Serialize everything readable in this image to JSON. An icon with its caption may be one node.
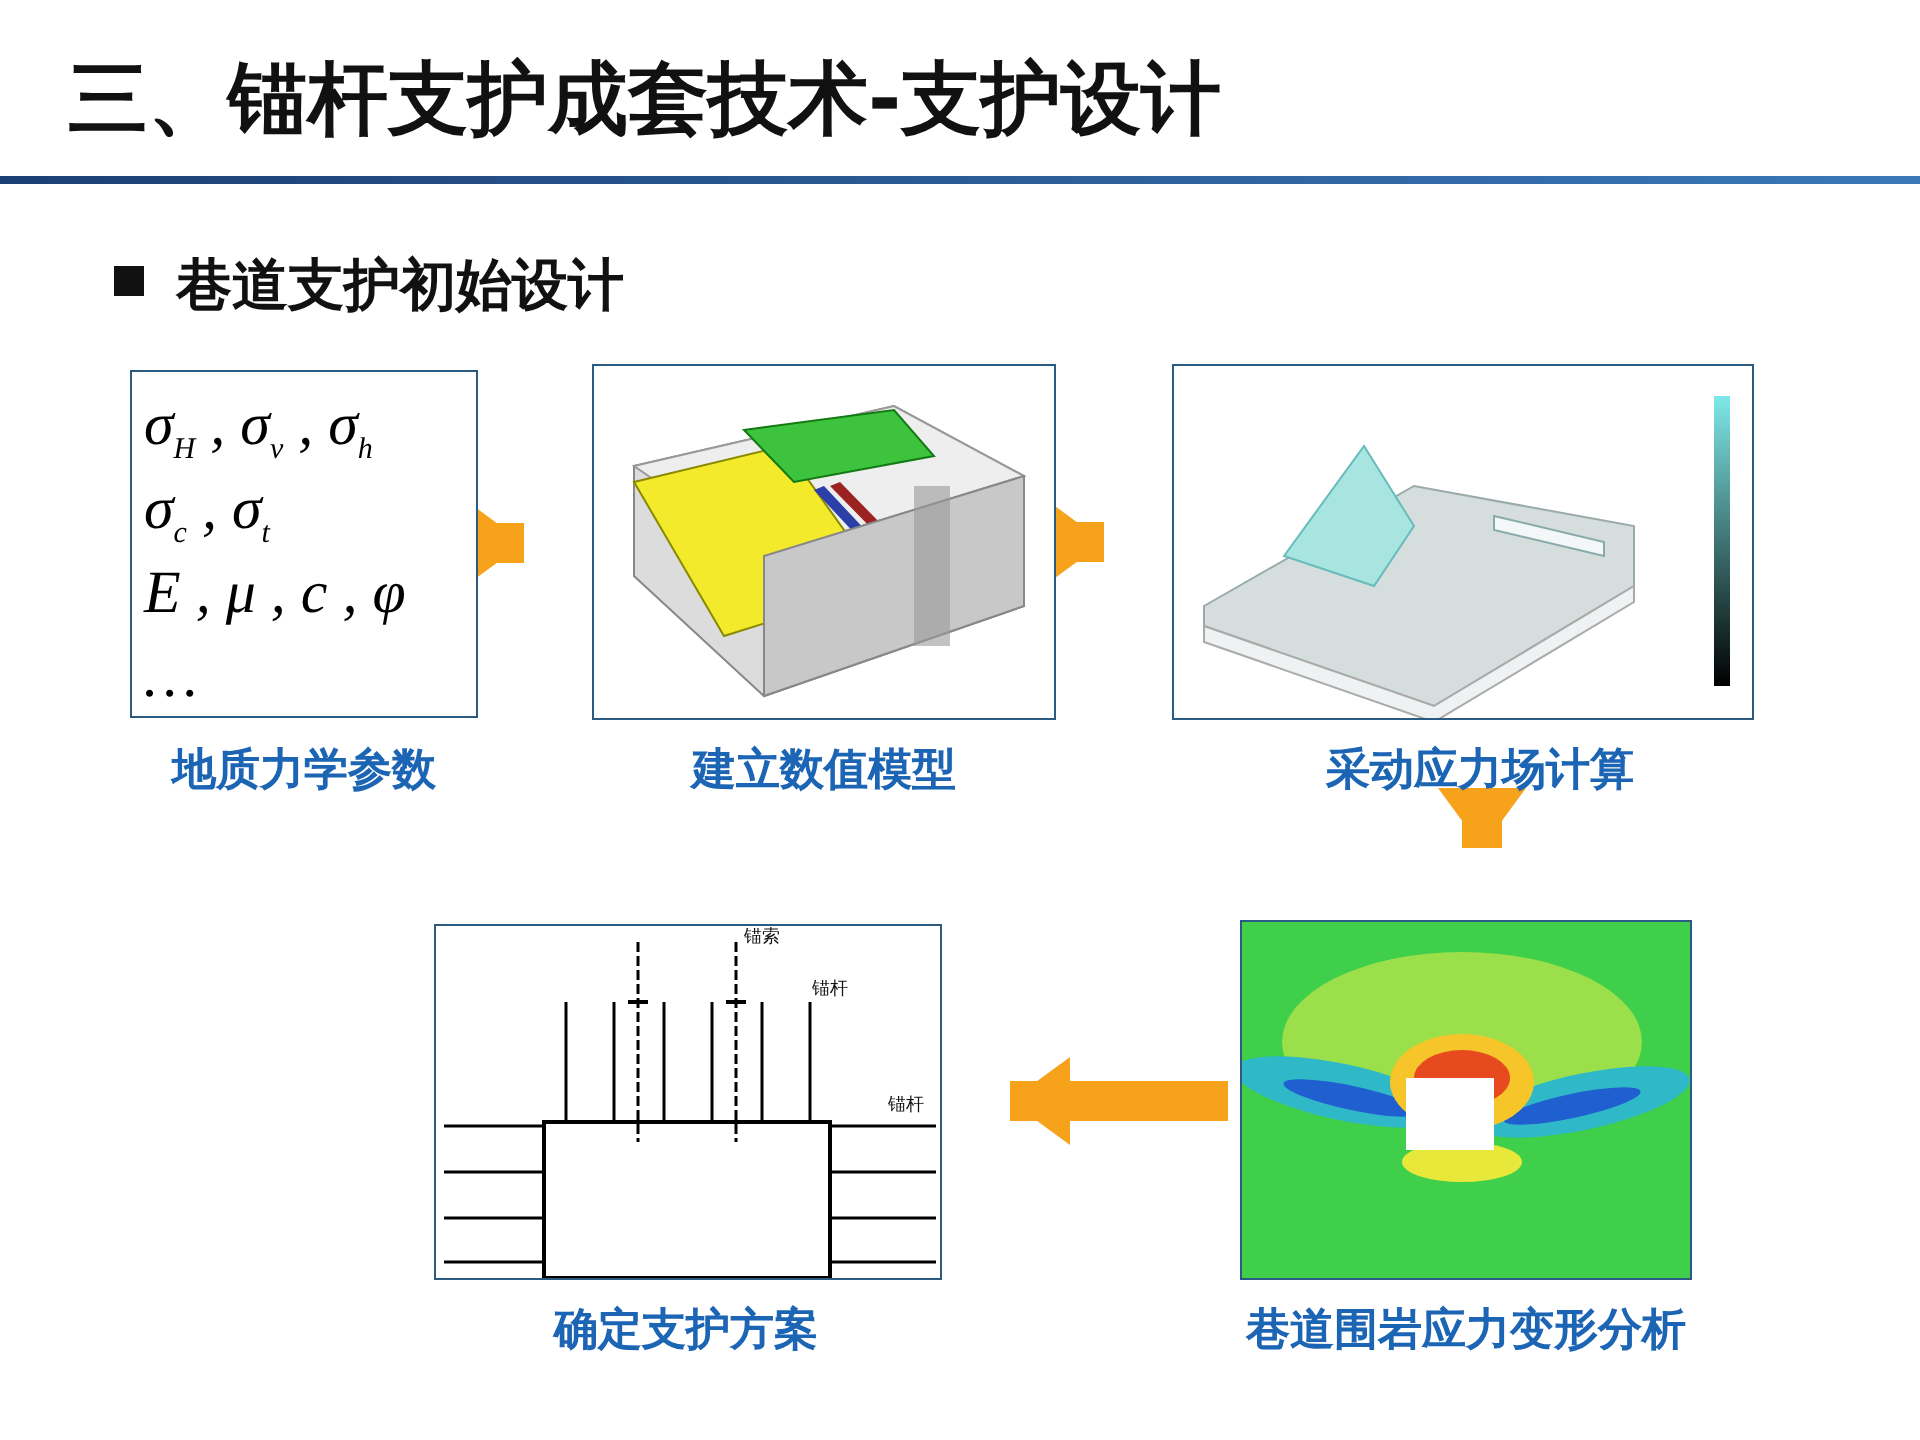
{
  "diagram": {
    "title": "三、锚杆支护成套技术-支护设计",
    "nodes": [
      {
        "text": [
          "σ$_{H}$ , σ$_{v}$ , σ$_{h}$",
          "σ$_{c}$ , σ$_{t}$",
          "E , μ , c , φ",
          "…"
        ],
        "beside": [
          "地质力学参数"
        ]
      },
      {
        "text": [],
        "shape": "picture",
        "beside": [
          "建立数值模型"
        ]
      },
      {
        "text": [],
        "shape": "picture",
        "beside": [
          "采动应力场计算"
        ]
      },
      {
        "text": [
          "锚索",
          "锚杆",
          "锚杆"
        ],
        "beside": [
          "确定支护方案"
        ]
      },
      {
        "text": [],
        "shape": "picture",
        "beside": [
          "巷道围岩应力变形分析"
        ]
      }
    ],
    "edges": [
      {
        "from": 0,
        "to": 1,
        "arrow": "to"
      },
      {
        "from": 1,
        "to": 2,
        "arrow": "to"
      },
      {
        "from": 2,
        "to": 4,
        "arrow": "to"
      },
      {
        "from": 4,
        "to": 3,
        "arrow": "to"
      }
    ],
    "labels": [
      "巷道支护初始设计"
    ]
  }
}
